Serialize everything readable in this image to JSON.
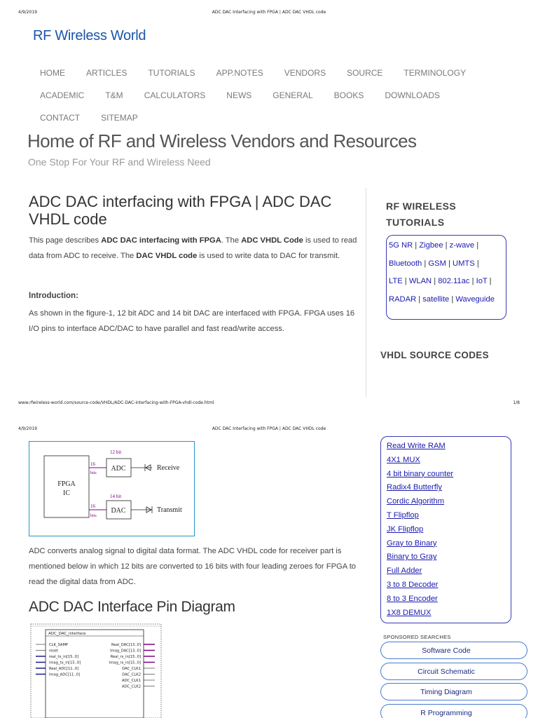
{
  "print": {
    "date": "4/9/2019",
    "page_title": "ADC DAC Interfacing with FPGA | ADC DAC VHDL code",
    "url": "www.rfwireless-world.com/source-code/VHDL/ADC-DAC-interfacing-with-FPGA-vhdl-code.html",
    "page_number": "1/8"
  },
  "site": {
    "title": "RF Wireless World"
  },
  "nav": {
    "row1": [
      "HOME",
      "ARTICLES",
      "TUTORIALS",
      "APP.NOTES",
      "VENDORS",
      "SOURCE",
      "TERMINOLOGY"
    ],
    "row2": [
      "ACADEMIC",
      "T&M",
      "CALCULATORS",
      "NEWS",
      "GENERAL",
      "BOOKS",
      "DOWNLOADS"
    ],
    "row3": [
      "CONTACT",
      "SITEMAP"
    ]
  },
  "banner": {
    "tagline": "Home of RF and Wireless Vendors and Resources",
    "subtagline": "One Stop For Your RF and Wireless Need"
  },
  "article": {
    "title": "ADC DAC interfacing with FPGA | ADC DAC VHDL code",
    "p1": {
      "t1": "This page describes ",
      "b1": "ADC DAC interfacing with FPGA",
      "t2": ". The ",
      "b2": "ADC VHDL Code",
      "t3": " is used to read data from ADC to receive. The ",
      "b3": "DAC VHDL code",
      "t4": " is used to write data to DAC for transmit."
    },
    "intro_heading": "Introduction:",
    "intro_text": "As shown in the figure-1, 12 bit ADC and 14 bit DAC are interfaced with FPGA. FPGA uses 16 I/O pins to interface ADC/DAC to have parallel and fast read/write access.",
    "adc_text": "ADC converts analog signal to digital data format. The ADC VHDL code for receiver part is mentioned below in which 12 bits are converted to 16 bits with four leading zeroes for FPGA to read the digital data from ADC.",
    "pin_heading": "ADC DAC Interface Pin Diagram"
  },
  "figure": {
    "fpga_label_1": "FPGA",
    "fpga_label_2": "IC",
    "adc_bits_top": "12 bit",
    "adc_bus_1": "16",
    "adc_bus_2": "bits",
    "adc_label": "ADC",
    "receive_label": "Receive",
    "dac_bits_top": "14 bit",
    "dac_bus_1": "16",
    "dac_bus_2": "bits",
    "dac_label": "DAC",
    "transmit_label": "Transmit"
  },
  "pin_diagram": {
    "block_name": "ADC_DAC_interface",
    "inputs": [
      "CLK_SAMP",
      "reset",
      "real_tx_in[15..0]",
      "imag_tx_in[15..0]",
      "Real_ADC[11..0]",
      "Imag_ADC[11..0]"
    ],
    "outputs": [
      "Real_DAC[13..0]",
      "Imag_DAC[13..0]",
      "Real_rx_in[15..0]",
      "Imag_rx_in[15..0]",
      "DAC_CLK1",
      "DAC_CLK2",
      "ADC_CLK1",
      "ADC_CLK2"
    ]
  },
  "sidebar": {
    "tutorials_heading": "RF WIRELESS TUTORIALS",
    "tutorial_links": [
      "5G NR",
      "Zigbee",
      "z-wave",
      "Bluetooth",
      "GSM",
      "UMTS",
      "LTE",
      "WLAN",
      "802.11ac",
      "IoT",
      "RADAR",
      "satellite",
      "Waveguide"
    ],
    "vhdl_heading": "VHDL SOURCE CODES",
    "vhdl_links": [
      "Read Write RAM",
      "4X1 MUX",
      "4 bit binary counter",
      "Radix4 Butterfly",
      "Cordic Algorithm",
      "T Flipflop",
      "JK Flipflop",
      "Gray to Binary",
      "Binary to Gray",
      "Full Adder",
      "3 to 8 Decoder",
      "8 to 3 Encoder",
      "1X8 DEMUX"
    ],
    "sponsored_label": "SPONSORED SEARCHES",
    "sponsored": [
      "Software Code",
      "Circuit Schematic",
      "Timing Diagram",
      "R Programming"
    ]
  },
  "colors": {
    "site_title": "#1c56a8",
    "link": "#1a1ab0",
    "box_border": "#3a3ab4",
    "figure_border": "#2a93c9",
    "bus_purple": "#800080"
  }
}
